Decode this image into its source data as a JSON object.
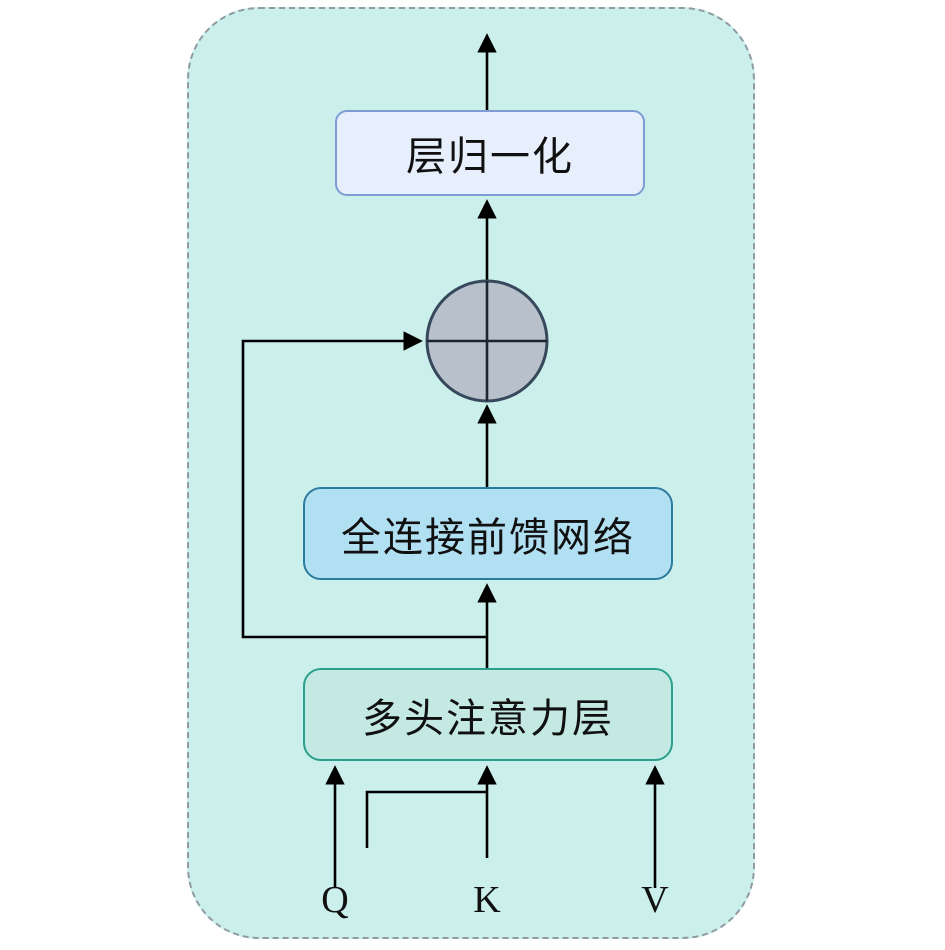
{
  "diagram": {
    "title": "transformer-block-diagram",
    "boxes": {
      "layer_norm": {
        "label": "层归一化"
      },
      "ffn": {
        "label": "全连接前馈网络"
      },
      "attention": {
        "label": "多头注意力层"
      }
    },
    "add_node": {
      "symbol": "plus-in-circle"
    },
    "inputs": {
      "q": "Q",
      "k": "K",
      "v": "V"
    },
    "colors": {
      "container_bg": "#cbf0ec",
      "container_border": "#8f9aa3",
      "layer_norm_bg": "#e8effc",
      "layer_norm_border": "#7d9cd4",
      "ffn_bg": "#b2e0f3",
      "ffn_border": "#2b7b9e",
      "attention_bg": "#c3e9e2",
      "attention_border": "#2aa08c",
      "add_circle_bg": "#b8c1cb",
      "add_circle_border": "#37485c",
      "arrow": "#000000"
    }
  }
}
